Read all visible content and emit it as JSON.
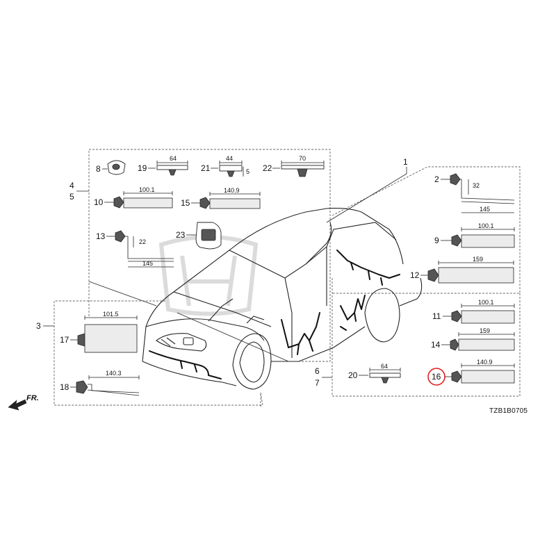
{
  "callouts": {
    "c1": "1",
    "c2": "2",
    "c3": "3",
    "c4": "4",
    "c5": "5",
    "c6": "6",
    "c7": "7",
    "c8": "8",
    "c9": "9",
    "c10": "10",
    "c11": "11",
    "c12": "12",
    "c13": "13",
    "c14": "14",
    "c15": "15",
    "c16": "16",
    "c17": "17",
    "c18": "18",
    "c19": "19",
    "c20": "20",
    "c21": "21",
    "c22": "22",
    "c23": "23"
  },
  "dimensions": {
    "d19": "64",
    "d21w": "44",
    "d21h": "5",
    "d22": "70",
    "d10": "100.1",
    "d15": "140.9",
    "d13h": "22",
    "d13l": "145",
    "d17": "101.5",
    "d18": "140.3",
    "d2h": "32",
    "d2l": "145",
    "d9": "100.1",
    "d12": "159",
    "d11": "100.1",
    "d14": "159",
    "d20": "64",
    "d16": "140.9"
  },
  "diagram_code": "TZB1B0705",
  "direction_label": "FR.",
  "highlighted_part": "16",
  "colors": {
    "highlight": "#e02020",
    "line": "#222222"
  }
}
